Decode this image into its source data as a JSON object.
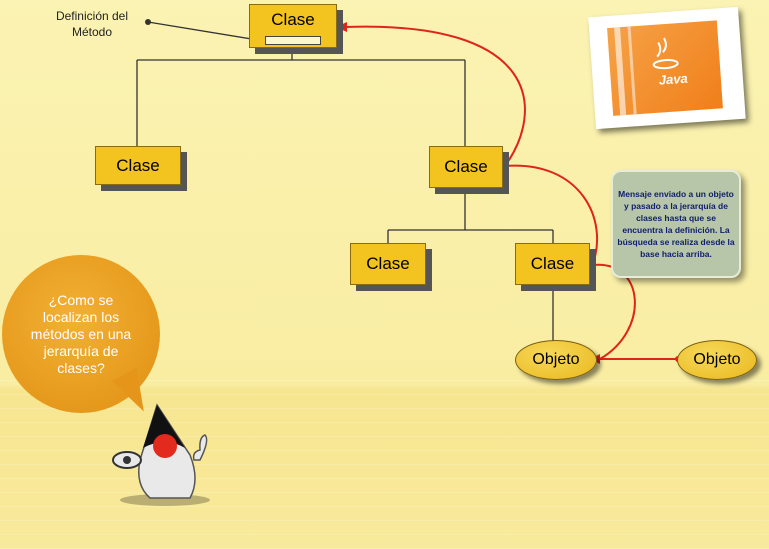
{
  "diagram": {
    "method_label": "Definición del Método",
    "top_class": "Clase",
    "left_class": "Clase",
    "middle_class": "Clase",
    "bottom_left_class": "Clase",
    "bottom_right_class": "Clase",
    "object_main": "Objeto",
    "object_right": "Objeto"
  },
  "note": {
    "text": "Mensaje enviado a un objeto y pasado a la jerarquía de clases hasta que se encuentra la definición. La búsqueda se realiza desde la base hacia arriba."
  },
  "bubble": {
    "text": "¿Como se localizan los métodos en una jerarquía de clases?"
  },
  "logo": {
    "text": "Java"
  },
  "colors": {
    "box": "#f3c320",
    "arrow": "#e0241a",
    "note": "#b7c5a8",
    "bubble": "#e8a022"
  }
}
